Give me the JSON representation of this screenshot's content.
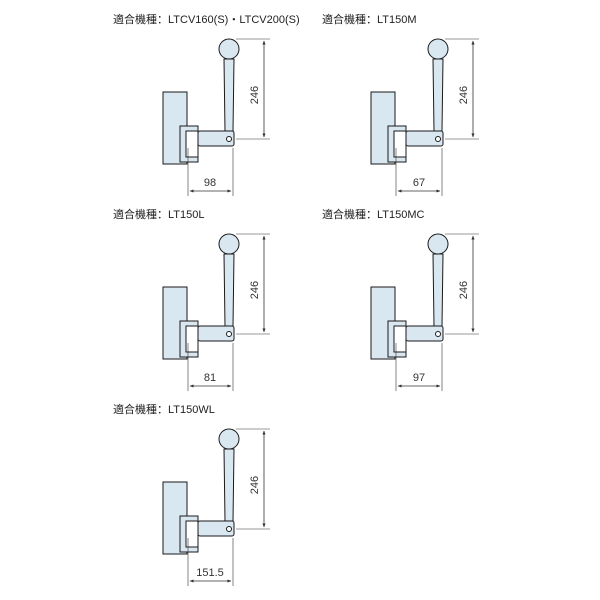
{
  "labels": {
    "fits_model_prefix": "適合機種："
  },
  "colors": {
    "line": "#1a1a1a",
    "fill": "#d9e7f1",
    "dim": "#333333"
  },
  "diagrams": [
    {
      "id": "d1",
      "model": "LTCV160(S)・LTCV200(S)",
      "height_dim": "246",
      "width_dim": "98"
    },
    {
      "id": "d2",
      "model": "LT150M",
      "height_dim": "246",
      "width_dim": "67"
    },
    {
      "id": "d3",
      "model": "LT150L",
      "height_dim": "246",
      "width_dim": "81"
    },
    {
      "id": "d4",
      "model": "LT150MC",
      "height_dim": "246",
      "width_dim": "97"
    },
    {
      "id": "d5",
      "model": "LT150WL",
      "height_dim": "246",
      "width_dim": "151.5"
    }
  ]
}
